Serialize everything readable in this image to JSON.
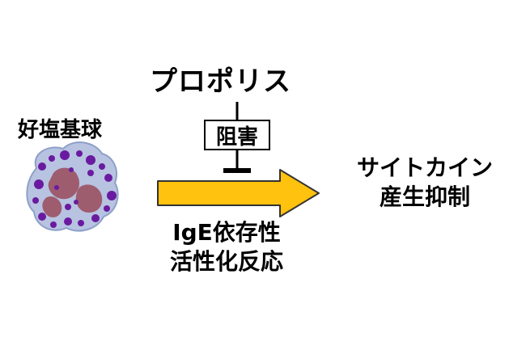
{
  "diagram": {
    "inhibitor_label": "プロポリス",
    "cell_label": "好塩基球",
    "inhibit_box_label": "阻害",
    "output_line1": "サイトカイン",
    "output_line2": "産生抑制",
    "reaction_line1": "IgE依存性",
    "reaction_line2": "活性化反応",
    "colors": {
      "arrow_fill": "#ffc20e",
      "arrow_stroke": "#333333",
      "cell_body": "#b7c3e0",
      "cell_nucleus": "#9a4a5a",
      "granules": "#6a1aa0"
    }
  }
}
